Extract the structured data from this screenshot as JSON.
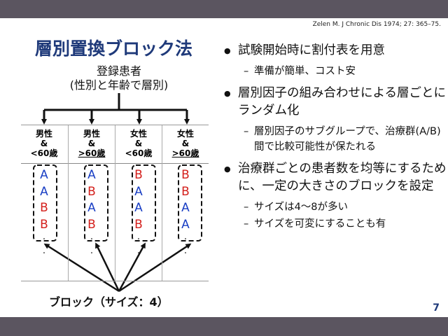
{
  "citation": "Zelen M. J Chronic Dis 1974; 27: 365–75.",
  "title": "層別置換ブロック法",
  "subtitle_lines": [
    "登録患者",
    "(性別と年齢で層別)"
  ],
  "strata": [
    {
      "line1": "男性",
      "line2": "&",
      "line3": "<60歳",
      "assignments": [
        "A",
        "A",
        "B",
        "B"
      ]
    },
    {
      "line1": "男性",
      "line2": "&",
      "line3": ">60歳",
      "assignments": [
        "A",
        "B",
        "A",
        "B"
      ]
    },
    {
      "line1": "女性",
      "line2": "&",
      "line3": "<60歳",
      "assignments": [
        "B",
        "A",
        "A",
        "B"
      ]
    },
    {
      "line1": "女性",
      "line2": "&",
      "line3": ">60歳",
      "assignments": [
        "B",
        "B",
        "A",
        "A"
      ]
    }
  ],
  "block_label": "ブロック（サイズ：4）",
  "bullets": [
    {
      "text": "試験開始時に割付表を用意",
      "sub": [
        "準備が簡単、コスト安"
      ]
    },
    {
      "text": "層別因子の組み合わせによる層ごとにランダム化",
      "sub": [
        "層別因子のサブグループで、治療群(A/B)間で比較可能性が保たれる"
      ]
    },
    {
      "text": "治療群ごとの患者数を均等にするために、一定の大きさのブロックを設定",
      "sub": [
        "サイズは4～8が多い",
        "サイズを可変にすることも有"
      ]
    }
  ],
  "sub_dash": "–",
  "page_number": "7",
  "colors": {
    "A": "#1a3fc4",
    "B": "#d4201c",
    "title": "#1f3a7a",
    "bar": "#5b5560"
  }
}
